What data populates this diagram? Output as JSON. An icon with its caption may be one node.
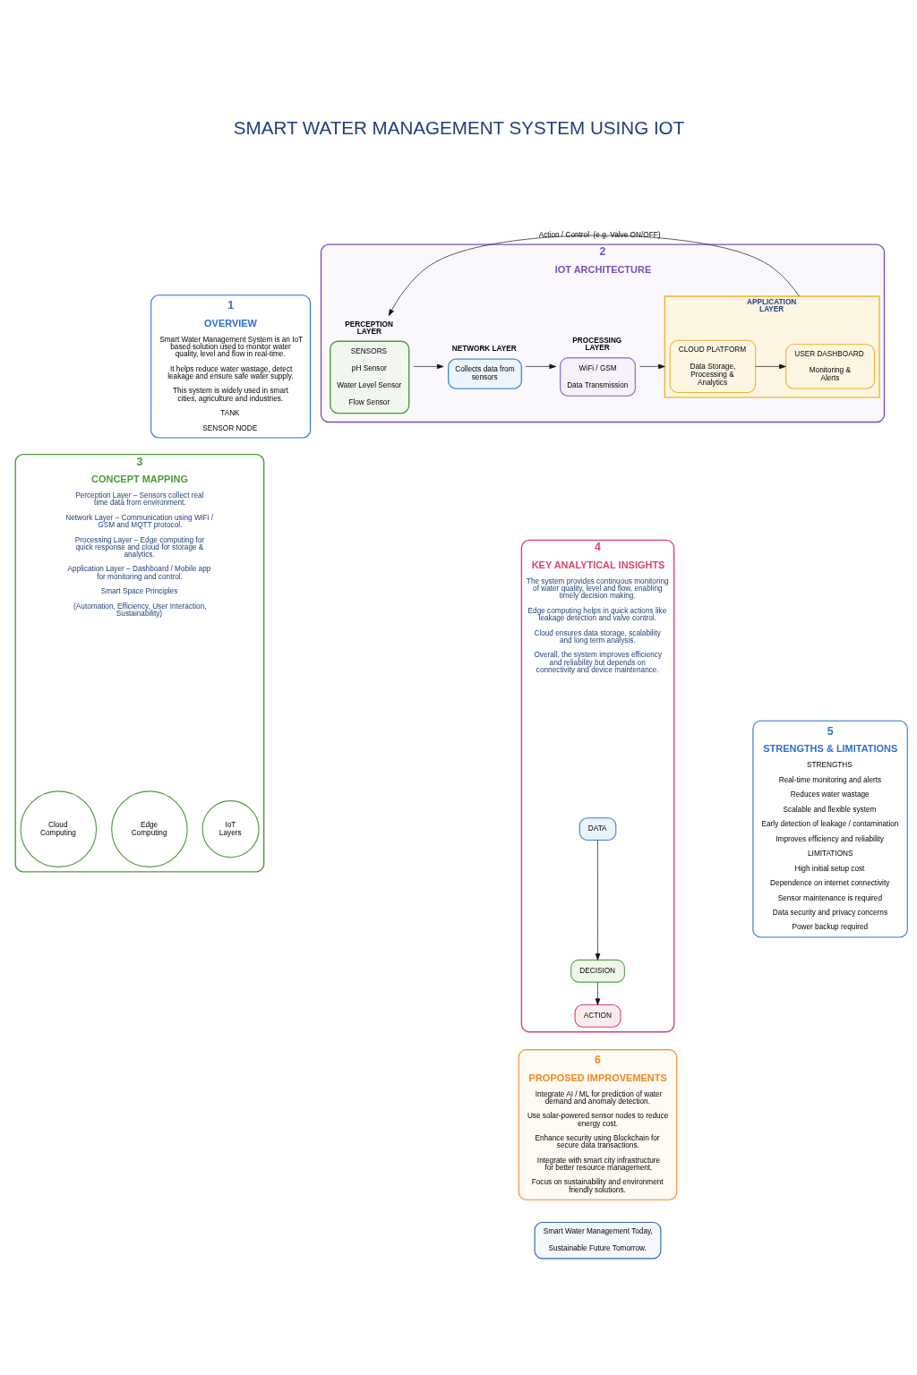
{
  "diagram": {
    "title": "SMART WATER MANAGEMENT SYSTEM USING IOT",
    "nodes": [
      {
        "text": [
          "1",
          "OVERVIEW",
          "Smart Water Management System is an IoT based solution used to monitor water quality, level and flow in real-time.",
          "It helps reduce water wastage, detect leakage and ensure safe water supply.",
          "This system is widely used in smart cities, agriculture and industries.",
          "TANK",
          "SENSOR NODE"
        ]
      },
      {
        "text": [
          "2",
          "IOT ARCHITECTURE"
        ]
      },
      {
        "text": [
          "SENSORS",
          "pH Sensor",
          "Water Level Sensor",
          "Flow Sensor"
        ],
        "in": 1,
        "beside": [
          "PERCEPTION LAYER"
        ]
      },
      {
        "text": [
          "Collects data from sensors"
        ],
        "in": 1,
        "beside": [
          "NETWORK LAYER"
        ]
      },
      {
        "text": [
          "WiFi / GSM",
          "Data Transmission"
        ],
        "in": 1,
        "beside": [
          "PROCESSING LAYER"
        ]
      },
      {
        "text": [],
        "shape": "box",
        "in": 1,
        "beside": [
          "APPLICATION LAYER"
        ]
      },
      {
        "text": [
          "CLOUD PLATFORM",
          "Data Storage, Processing & Analytics"
        ],
        "in": 5
      },
      {
        "text": [
          "USER DASHBOARD",
          "Monitoring & Alerts"
        ],
        "in": 5
      },
      {
        "text": [
          "3",
          "CONCEPT MAPPING",
          "Perception Layer – Sensors collect real time data from environment.",
          "Network Layer – Communication using WiFi / GSM and MQTT protocol.",
          "Processing Layer – Edge computing for quick response and cloud for storage & analytics.",
          "Application Layer – Dashboard / Mobile app for monitoring and control.",
          "Smart Space Principles",
          "(Automation, Efficiency, User Interaction, Sustainability)"
        ]
      },
      {
        "text": [
          "IoT Layers"
        ],
        "in": 8
      },
      {
        "text": [
          "Edge Computing"
        ],
        "in": 8
      },
      {
        "text": [
          "Cloud Computing"
        ],
        "in": 8
      },
      {
        "text": [
          "4",
          "KEY ANALYTICAL INSIGHTS",
          "The system provides continuous monitoring of water quality, level and flow, enabling timely decision making.",
          "Edge computing helps in quick actions like leakage detection and valve control.",
          "Cloud ensures data storage, scalability and long term analysis.",
          "Overall, the system improves efficiency and reliability but depends on connectivity and device maintenance."
        ]
      },
      {
        "text": [
          "DATA"
        ],
        "in": 12
      },
      {
        "text": [
          "DECISION"
        ],
        "in": 12
      },
      {
        "text": [
          "ACTION"
        ],
        "in": 12
      },
      {
        "text": [
          "5",
          "STRENGTHS & LIMITATIONS",
          "STRENGTHS",
          "Real-time monitoring and alerts",
          "Reduces water wastage",
          "Scalable and flexible system",
          "Early detection of leakage / contamination",
          "Improves efficiency and reliability",
          "LIMITATIONS",
          "High initial setup cost",
          "Dependence on internet connectivity",
          "Sensor maintenance is required",
          "Data security and privacy concerns",
          "Power backup required"
        ]
      },
      {
        "text": [
          "6",
          "PROPOSED IMPROVEMENTS",
          "Integrate AI / ML for prediction of water demand and anomaly detection.",
          "Use solar-powered sensor nodes to reduce energy cost.",
          "Enhance security using Blockchain for secure data transactions.",
          "Integrate with smart city infrastructure for better resource management.",
          "Focus on sustainability and environment friendly solutions."
        ]
      },
      {
        "text": [
          "Smart Water Management Today,",
          "Sustainable Future Tomorrow."
        ]
      }
    ],
    "edges": [
      {
        "from": 2,
        "to": 3,
        "arrow": "to"
      },
      {
        "from": 3,
        "to": 4,
        "arrow": "to"
      },
      {
        "from": 4,
        "to": 5,
        "arrow": "to"
      },
      {
        "from": 6,
        "to": 7,
        "arrow": "to"
      },
      {
        "from": 5,
        "to": 2,
        "arrow": "to",
        "label": "Action / Control  (e.g. Valve ON/OFF)"
      },
      {
        "from": 13,
        "to": 14,
        "arrow": "to"
      },
      {
        "from": 14,
        "to": 15,
        "arrow": "to"
      }
    ]
  }
}
